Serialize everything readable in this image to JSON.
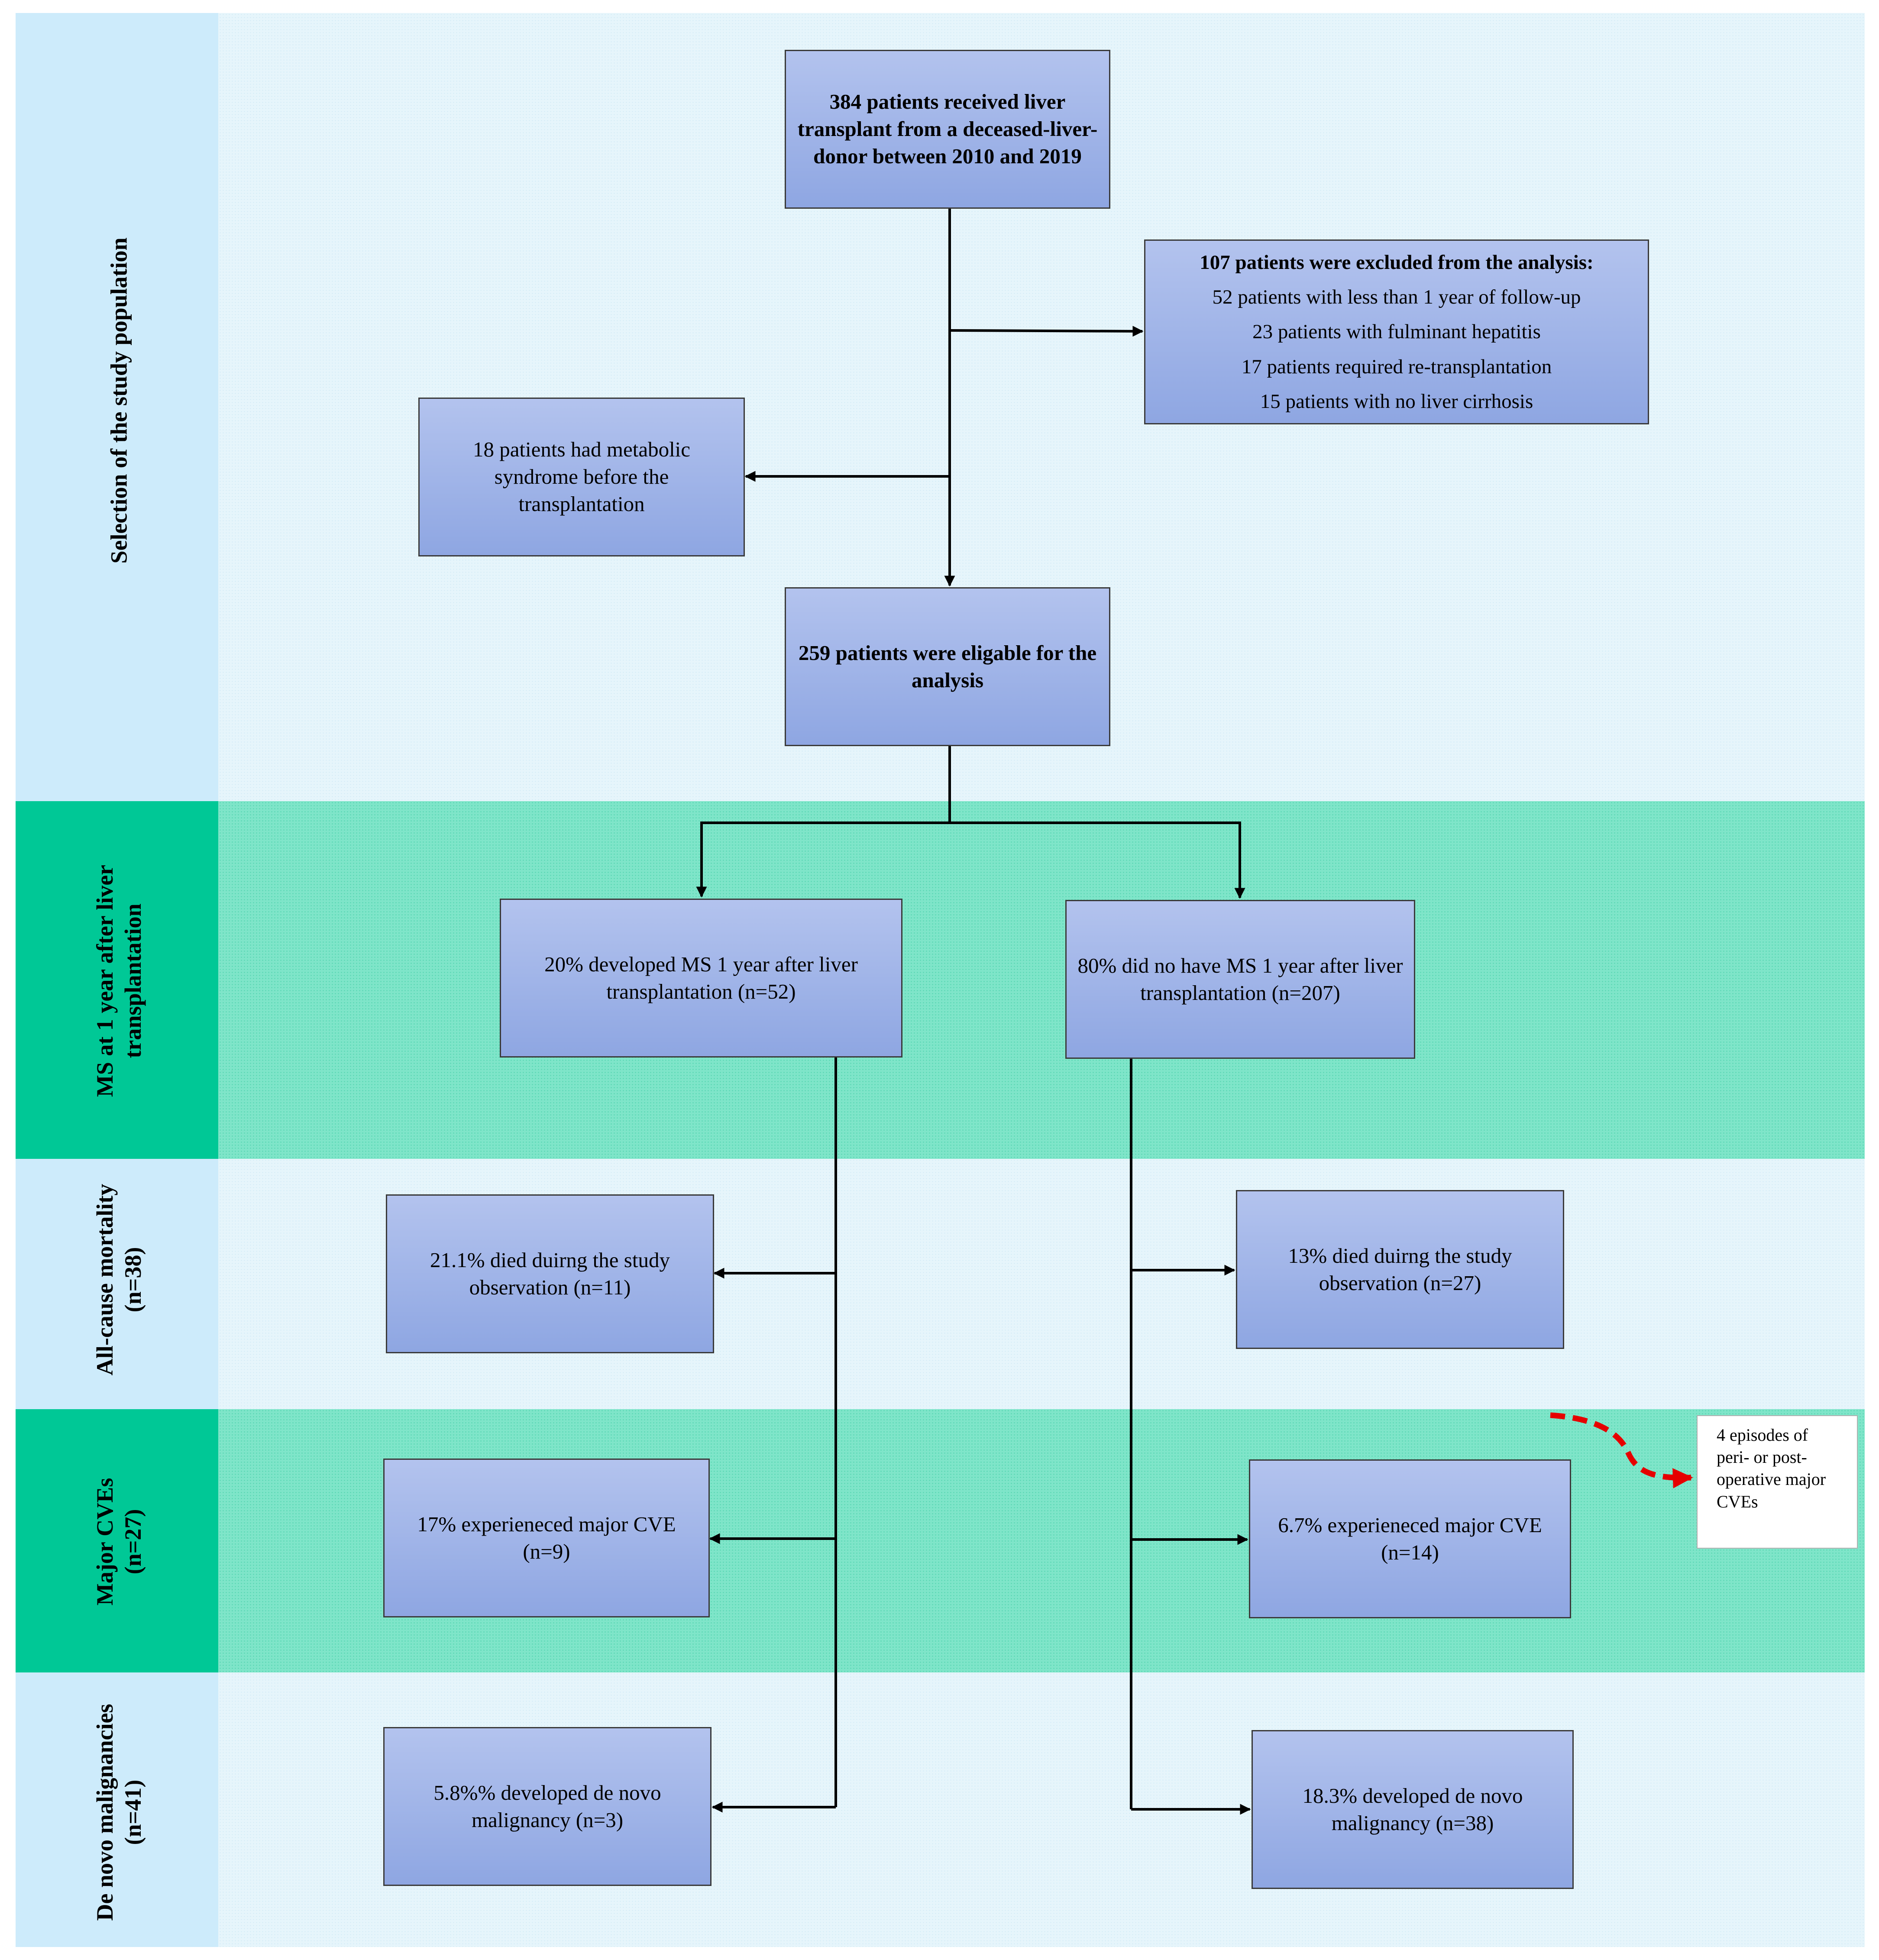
{
  "sections": {
    "selection": "Selection of the study population",
    "ms_line1": "MS at 1 year after liver",
    "ms_line2": "transplantation",
    "mortality_line1": "All-cause mortality",
    "mortality_line2": "(n=38)",
    "cve_line1": "Major CVEs",
    "cve_line2": "(n=27)",
    "malig_line1": "De novo malignancies",
    "malig_line2": "(n=41)"
  },
  "boxes": {
    "initial": "384 patients received liver transplant from a deceased-liver-donor between 2010 and 2019",
    "excluded": {
      "title": "107 patients were excluded from the analysis:",
      "lines": [
        "52 patients with less than 1 year of follow-up",
        "23 patients with fulminant hepatitis",
        "17 patients required re-transplantation",
        "15 patients with no liver cirrhosis"
      ]
    },
    "metabolic": "18 patients had metabolic syndrome  before the transplantation",
    "eligible": "259 patients were eligable for the  analysis",
    "ms_yes": "20% developed MS 1 year after liver transplantation (n=52)",
    "ms_no": "80% did no have MS 1 year after liver transplantation (n=207)",
    "died_ms": "21.1% died duirng the study observation (n=11)",
    "died_noms": "13% died duirng the study observation (n=27)",
    "cve_ms": "17% experieneced major CVE (n=9)",
    "cve_noms": "6.7% experieneced major CVE (n=14)",
    "malig_ms": "5.8%% developed  de novo malignancy (n=3)",
    "malig_noms": "18.3% developed  de novo malignancy (n=38)"
  },
  "note": "4 episodes of peri- or post-operative major CVEs",
  "colors": {
    "light_band": "#e6f5fb",
    "light_label": "#cdebfb",
    "green_band": "#7fe5c9",
    "green_label": "#00c896",
    "box_top": "#b3c3ee",
    "box_bottom": "#8ea6e2",
    "note_arrow": "#e60000"
  }
}
